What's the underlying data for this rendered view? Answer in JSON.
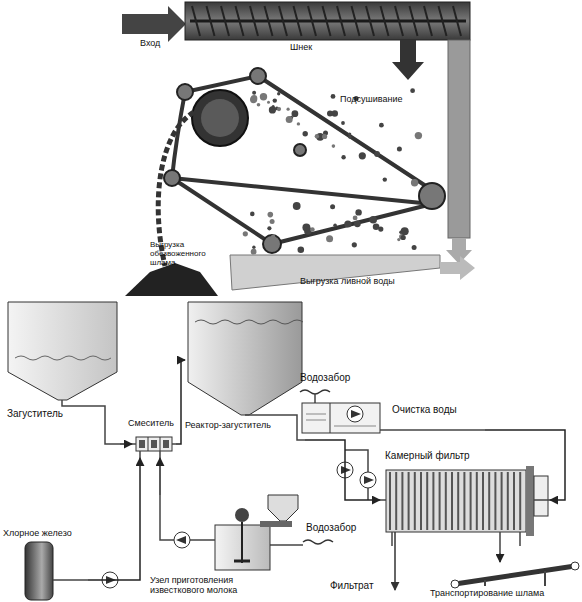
{
  "diagram": {
    "nodes": [
      {
        "text": [
          "Загуститель"
        ]
      },
      {
        "text": [
          "Смеситель"
        ]
      },
      {
        "text": [
          "Реактор-загуститель"
        ]
      },
      {
        "text": [
          "Очистка воды"
        ]
      },
      {
        "text": [
          "Камерный фильтр"
        ]
      },
      {
        "text": [
          "Хлорное железо"
        ]
      },
      {
        "text": [
          "Узел приготовления известкового молока"
        ]
      },
      {
        "text": [
          "Транспортирование шлама"
        ]
      }
    ],
    "edges": [
      {
        "from": 0,
        "to": 1,
        "arrow": "to"
      },
      {
        "from": 5,
        "to": 1,
        "arrow": "to"
      },
      {
        "from": 6,
        "to": 1,
        "arrow": "to"
      },
      {
        "from": 1,
        "to": 2,
        "arrow": "to"
      },
      {
        "from": 2,
        "to": 4,
        "arrow": "to"
      },
      {
        "from": 3,
        "to": 4,
        "arrow": "to"
      },
      {
        "from": 4,
        "to": 7,
        "arrow": "to"
      }
    ],
    "labels": [
      "Вход",
      "Шнек",
      "Подсушивание",
      "Выгрузка обезвоженного шлама",
      "Выгрузка ливной воды",
      "Водозабор",
      "Водозабор",
      "Фильтрат"
    ]
  }
}
